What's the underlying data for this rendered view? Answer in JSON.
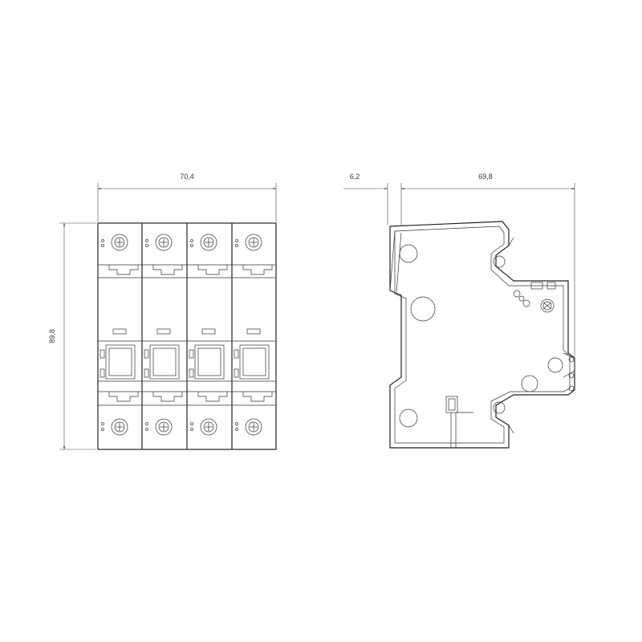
{
  "dimensions": {
    "front_width": "70,4",
    "front_height": "89,8",
    "side_offset": "6,2",
    "side_depth": "69,8"
  },
  "colors": {
    "line": "#222222",
    "background": "#ffffff"
  }
}
